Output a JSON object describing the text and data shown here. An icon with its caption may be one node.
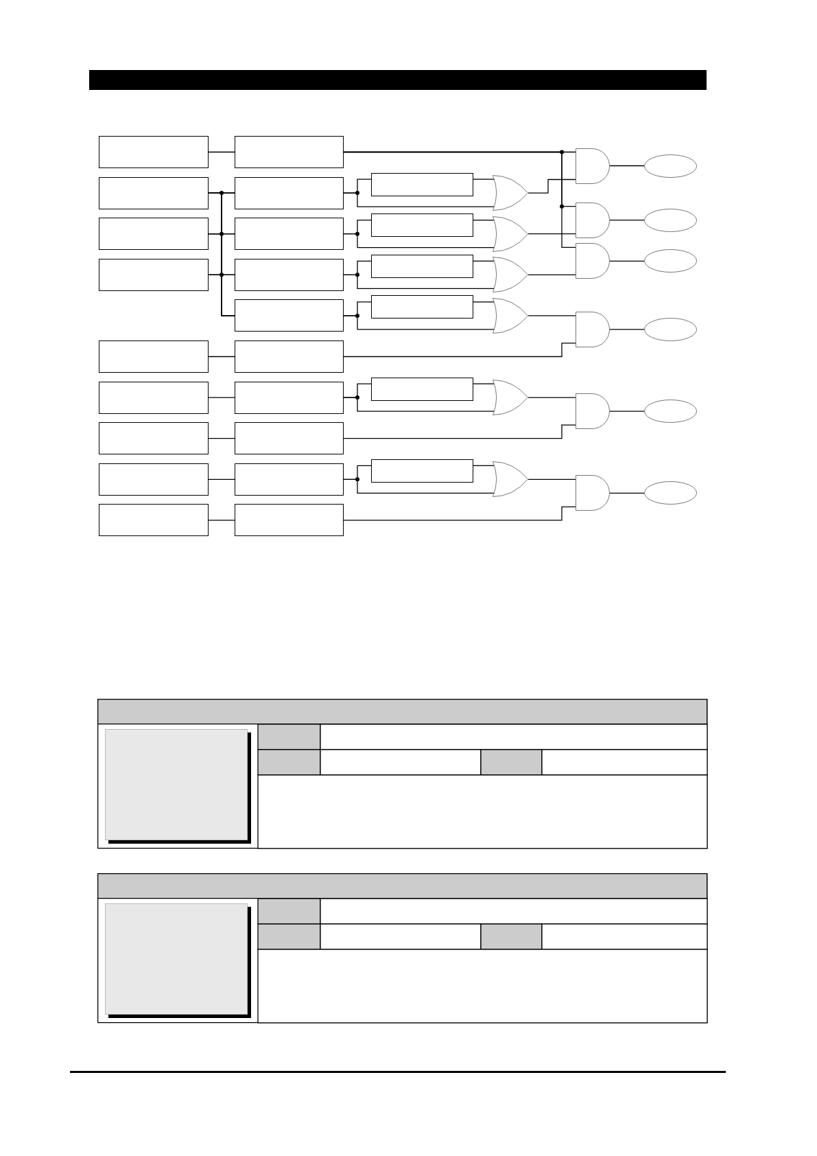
{
  "diagram": {
    "nodes": [
      {
        "text": [],
        "shape": "box"
      },
      {
        "text": [],
        "shape": "box"
      },
      {
        "text": [],
        "shape": "box"
      },
      {
        "text": [],
        "shape": "box"
      },
      {
        "text": [],
        "shape": "box"
      },
      {
        "text": [],
        "shape": "box"
      },
      {
        "text": [],
        "shape": "box"
      },
      {
        "text": [],
        "shape": "box"
      },
      {
        "text": [],
        "shape": "box"
      },
      {
        "text": [],
        "shape": "box"
      },
      {
        "text": [],
        "shape": "box"
      },
      {
        "text": [],
        "shape": "box"
      },
      {
        "text": [],
        "shape": "box"
      },
      {
        "text": [],
        "shape": "box"
      },
      {
        "text": [],
        "shape": "box"
      },
      {
        "text": [],
        "shape": "box"
      },
      {
        "text": [],
        "shape": "box"
      },
      {
        "text": [],
        "shape": "box"
      },
      {
        "text": [],
        "shape": "box"
      },
      {
        "text": [],
        "shape": "box"
      },
      {
        "text": [],
        "shape": "box"
      },
      {
        "text": [],
        "shape": "box"
      },
      {
        "text": [],
        "shape": "box"
      },
      {
        "text": [],
        "shape": "box"
      },
      {
        "text": [],
        "shape": "box"
      },
      {
        "text": [],
        "shape": "or-gate"
      },
      {
        "text": [],
        "shape": "or-gate"
      },
      {
        "text": [],
        "shape": "or-gate"
      },
      {
        "text": [],
        "shape": "or-gate"
      },
      {
        "text": [],
        "shape": "or-gate"
      },
      {
        "text": [],
        "shape": "or-gate"
      },
      {
        "text": [],
        "shape": "and-gate"
      },
      {
        "text": [],
        "shape": "and-gate"
      },
      {
        "text": [],
        "shape": "and-gate"
      },
      {
        "text": [],
        "shape": "and-gate"
      },
      {
        "text": [],
        "shape": "and-gate"
      },
      {
        "text": [],
        "shape": "and-gate"
      },
      {
        "text": [],
        "shape": "ellipse"
      },
      {
        "text": [],
        "shape": "ellipse"
      },
      {
        "text": [],
        "shape": "ellipse"
      },
      {
        "text": [],
        "shape": "ellipse"
      },
      {
        "text": [],
        "shape": "ellipse"
      },
      {
        "text": [],
        "shape": "ellipse"
      },
      {
        "text": [],
        "shape": "bar"
      }
    ],
    "edges": [
      {
        "from": 0,
        "to": 9,
        "arrow": "none"
      },
      {
        "from": 4,
        "to": 14,
        "arrow": "none"
      },
      {
        "from": 5,
        "to": 15,
        "arrow": "none"
      },
      {
        "from": 6,
        "to": 16,
        "arrow": "none"
      },
      {
        "from": 7,
        "to": 17,
        "arrow": "none"
      },
      {
        "from": 8,
        "to": 18,
        "arrow": "none"
      },
      {
        "from": 1,
        "to": 10,
        "arrow": "none"
      },
      {
        "from": 1,
        "to": 11,
        "arrow": "none"
      },
      {
        "from": 1,
        "to": 12,
        "arrow": "none"
      },
      {
        "from": 1,
        "to": 13,
        "arrow": "none"
      },
      {
        "from": 2,
        "to": 10,
        "arrow": "none"
      },
      {
        "from": 2,
        "to": 11,
        "arrow": "none"
      },
      {
        "from": 2,
        "to": 12,
        "arrow": "none"
      },
      {
        "from": 2,
        "to": 13,
        "arrow": "none"
      },
      {
        "from": 3,
        "to": 10,
        "arrow": "none"
      },
      {
        "from": 3,
        "to": 11,
        "arrow": "none"
      },
      {
        "from": 3,
        "to": 12,
        "arrow": "none"
      },
      {
        "from": 3,
        "to": 13,
        "arrow": "none"
      },
      {
        "from": 10,
        "to": 19,
        "arrow": "none"
      },
      {
        "from": 19,
        "to": 25,
        "arrow": "none"
      },
      {
        "from": 10,
        "to": 25,
        "arrow": "none"
      },
      {
        "from": 11,
        "to": 20,
        "arrow": "none"
      },
      {
        "from": 20,
        "to": 26,
        "arrow": "none"
      },
      {
        "from": 11,
        "to": 26,
        "arrow": "none"
      },
      {
        "from": 12,
        "to": 21,
        "arrow": "none"
      },
      {
        "from": 21,
        "to": 27,
        "arrow": "none"
      },
      {
        "from": 12,
        "to": 27,
        "arrow": "none"
      },
      {
        "from": 13,
        "to": 22,
        "arrow": "none"
      },
      {
        "from": 22,
        "to": 28,
        "arrow": "none"
      },
      {
        "from": 13,
        "to": 28,
        "arrow": "none"
      },
      {
        "from": 15,
        "to": 23,
        "arrow": "none"
      },
      {
        "from": 23,
        "to": 29,
        "arrow": "none"
      },
      {
        "from": 15,
        "to": 29,
        "arrow": "none"
      },
      {
        "from": 17,
        "to": 24,
        "arrow": "none"
      },
      {
        "from": 24,
        "to": 30,
        "arrow": "none"
      },
      {
        "from": 17,
        "to": 30,
        "arrow": "none"
      },
      {
        "from": 9,
        "to": 31,
        "arrow": "none"
      },
      {
        "from": 9,
        "to": 32,
        "arrow": "none"
      },
      {
        "from": 9,
        "to": 33,
        "arrow": "none"
      },
      {
        "from": 25,
        "to": 31,
        "arrow": "none"
      },
      {
        "from": 26,
        "to": 32,
        "arrow": "none"
      },
      {
        "from": 27,
        "to": 33,
        "arrow": "none"
      },
      {
        "from": 28,
        "to": 34,
        "arrow": "none"
      },
      {
        "from": 14,
        "to": 34,
        "arrow": "none"
      },
      {
        "from": 29,
        "to": 35,
        "arrow": "none"
      },
      {
        "from": 16,
        "to": 35,
        "arrow": "none"
      },
      {
        "from": 30,
        "to": 36,
        "arrow": "none"
      },
      {
        "from": 18,
        "to": 36,
        "arrow": "none"
      },
      {
        "from": 31,
        "to": 37,
        "arrow": "none"
      },
      {
        "from": 32,
        "to": 38,
        "arrow": "none"
      },
      {
        "from": 33,
        "to": 39,
        "arrow": "none"
      },
      {
        "from": 34,
        "to": 40,
        "arrow": "none"
      },
      {
        "from": 35,
        "to": 41,
        "arrow": "none"
      },
      {
        "from": 36,
        "to": 42,
        "arrow": "none"
      }
    ]
  }
}
